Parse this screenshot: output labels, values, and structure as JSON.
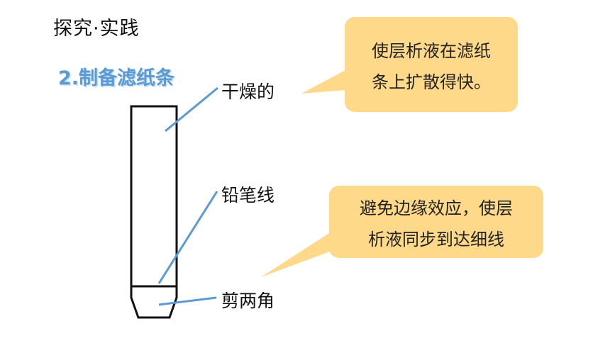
{
  "header": {
    "title": "探究·实践"
  },
  "section": {
    "title": "2.制备滤纸条"
  },
  "labels": {
    "dry": "干燥的",
    "pencil_line": "铅笔线",
    "cut_corners": "剪两角"
  },
  "callouts": {
    "spread_fast": {
      "line1": "使层析液在滤纸",
      "line2": "条上扩散得快。"
    },
    "edge_effect": {
      "line1": "避免边缘效应，使层",
      "line2": "析液同步到达细线"
    }
  },
  "colors": {
    "accent_blue": "#5b9bd5",
    "callout_fill": "#ffd98a",
    "strip_stroke": "#111111"
  }
}
